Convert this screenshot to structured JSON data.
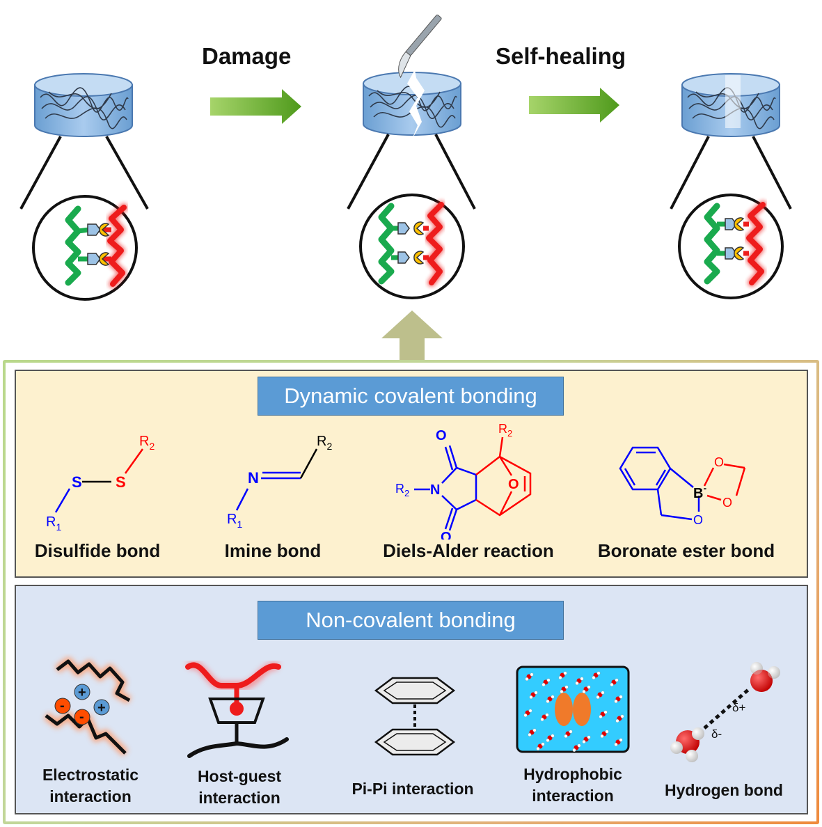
{
  "top": {
    "damage_label": "Damage",
    "selfhealing_label": "Self-healing"
  },
  "dynamic_section": {
    "title": "Dynamic covalent bonding",
    "items": [
      {
        "label": "Disulfide bond"
      },
      {
        "label": "Imine bond"
      },
      {
        "label": "Diels-Alder reaction"
      },
      {
        "label": "Boronate ester bond"
      }
    ]
  },
  "noncovalent_section": {
    "title": "Non-covalent bonding",
    "items": [
      {
        "line1": "Electrostatic",
        "line2": "interaction"
      },
      {
        "line1": "Host-guest",
        "line2": "interaction"
      },
      {
        "line1": "Pi-Pi interaction",
        "line2": ""
      },
      {
        "line1": "Hydrophobic",
        "line2": "interaction"
      },
      {
        "line1": "Hydrogen bond",
        "line2": ""
      }
    ]
  },
  "chem": {
    "S": "S",
    "N": "N",
    "O": "O",
    "B": "B",
    "R": "R",
    "sub1": "1",
    "sub2": "2",
    "minus": "-",
    "plus": "+",
    "delta_plus": "δ+",
    "delta_minus": "δ-"
  },
  "colors": {
    "green_chain": "#1aaa4e",
    "red_chain": "#ee1c1c",
    "arrow_green": "#6fba2c",
    "arrow_khaki": "#bdbf8c",
    "gel_blue": "#9dc3e6",
    "label_blue": "#5b9bd5",
    "chem_blue": "#0000ff",
    "chem_red": "#ff0000",
    "dynamic_bg": "#fdf1cf",
    "noncovalent_bg": "#dce5f4"
  }
}
